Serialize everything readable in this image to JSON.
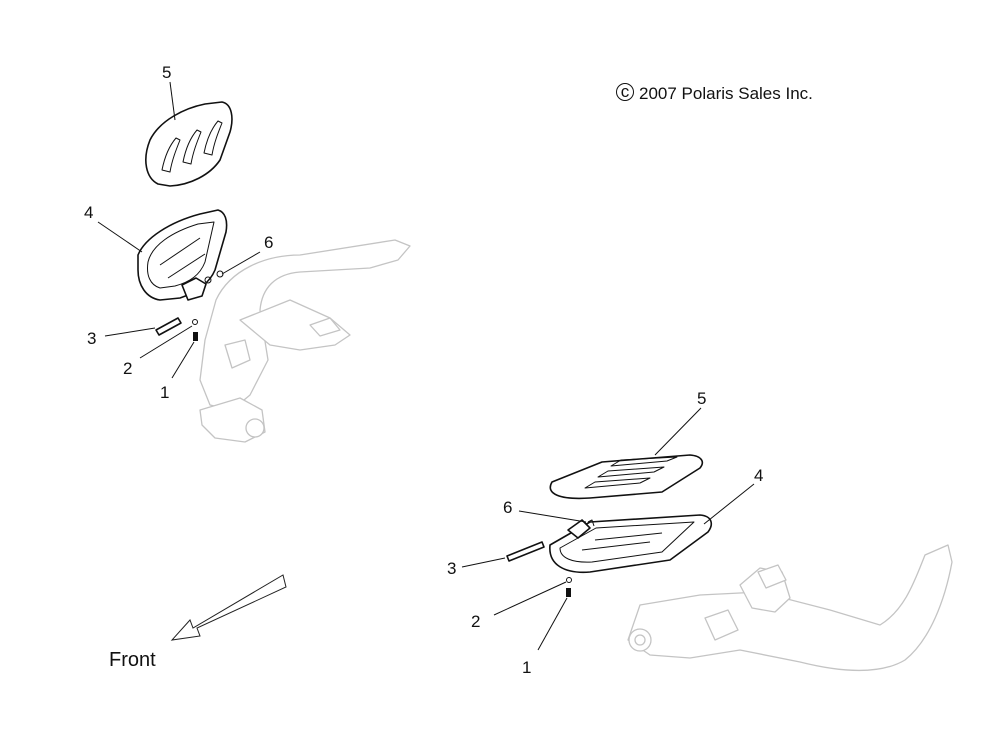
{
  "copyright": {
    "symbol": "c",
    "text": "2007 Polaris Sales Inc."
  },
  "front_label": "Front",
  "callouts_left": {
    "c5": "5",
    "c4": "4",
    "c6": "6",
    "c3": "3",
    "c2": "2",
    "c1": "1"
  },
  "callouts_right": {
    "c5": "5",
    "c4": "4",
    "c6": "6",
    "c3": "3",
    "c2": "2",
    "c1": "1"
  },
  "colors": {
    "line": "#111111",
    "ghost_frame": "#c4c4c4",
    "background": "#ffffff"
  }
}
